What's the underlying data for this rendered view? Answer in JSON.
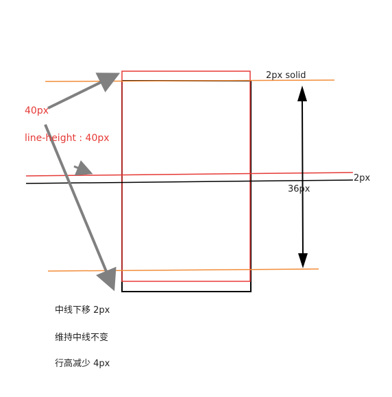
{
  "labels": {
    "size_40": "40px",
    "line_height": "line-height : 40px",
    "border": "2px solid",
    "size_2": "2px",
    "size_36": "36px"
  },
  "notes": [
    "中线下移 2px",
    "维持中线不变",
    "行高减少 4px"
  ],
  "colors": {
    "orange": "#f28c38",
    "red": "#e53935",
    "black": "#000000",
    "gray": "#808080"
  }
}
